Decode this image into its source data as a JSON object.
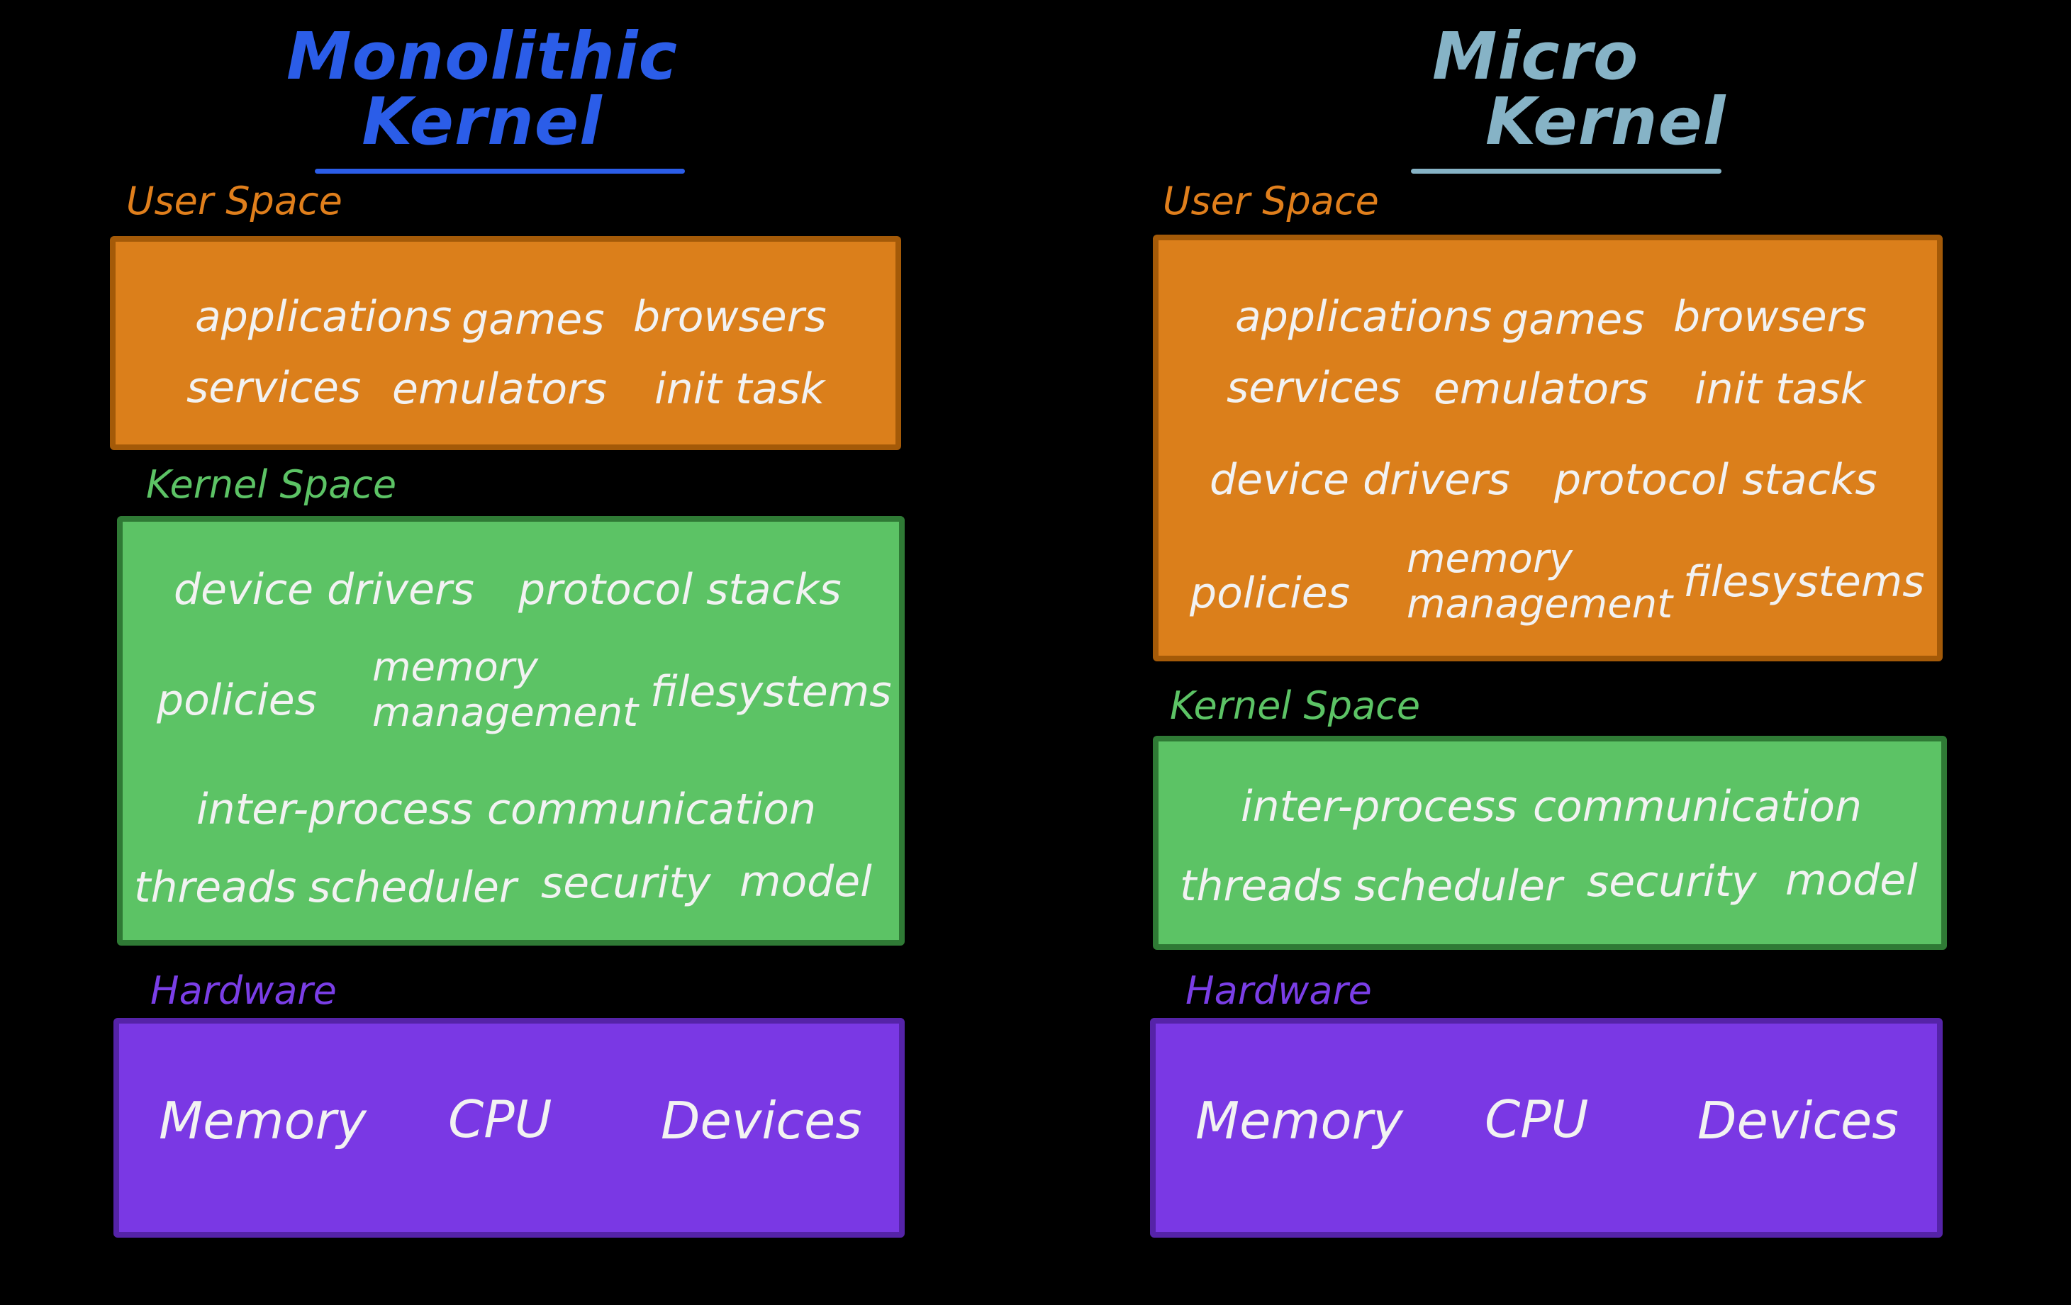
{
  "colors": {
    "background": "#000000",
    "mono_title": "#2b5de8",
    "micro_title": "#86b3c6",
    "user": "#db7f1b",
    "user_border": "#a45a08",
    "user_label": "#e07f1c",
    "kernel": "#5cc365",
    "kernel_border": "#2f7a35",
    "kernel_label": "#5cc365",
    "hardware": "#7a38e4",
    "hardware_border": "#5523a8",
    "hardware_label": "#7a3ee6",
    "text": "#f2f2f2"
  },
  "monolithic": {
    "title_line1": "Monolithic",
    "title_line2": "Kernel",
    "user_label": "User Space",
    "user_items": [
      "applications",
      "games",
      "browsers",
      "services",
      "emulators",
      "init task"
    ],
    "kernel_label": "Kernel Space",
    "kernel_items": [
      "device drivers",
      "protocol stacks",
      "policies",
      "memory",
      "management",
      "filesystems",
      "inter-process",
      "communication",
      "threads",
      "scheduler",
      "security",
      "model"
    ],
    "hardware_label": "Hardware",
    "hardware_items": [
      "Memory",
      "CPU",
      "Devices"
    ]
  },
  "micro": {
    "title_line1": "Micro",
    "title_line2": "Kernel",
    "user_label": "User Space",
    "user_items": [
      "applications",
      "games",
      "browsers",
      "services",
      "emulators",
      "init task",
      "device drivers",
      "protocol stacks",
      "policies",
      "memory",
      "management",
      "filesystems"
    ],
    "kernel_label": "Kernel Space",
    "kernel_items": [
      "inter-process",
      "communication",
      "threads",
      "scheduler",
      "security",
      "model"
    ],
    "hardware_label": "Hardware",
    "hardware_items": [
      "Memory",
      "CPU",
      "Devices"
    ]
  }
}
